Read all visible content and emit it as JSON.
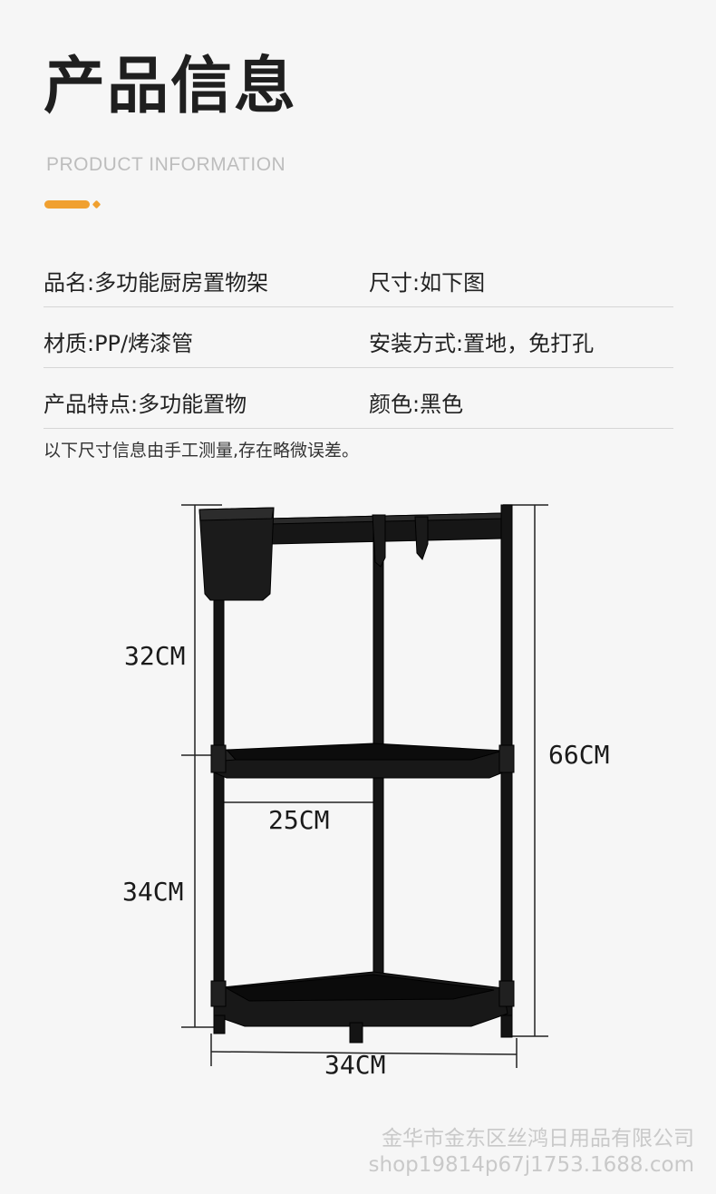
{
  "header": {
    "title": "产品信息",
    "subtitle": "PRODUCT INFORMATION",
    "accent_color": "#f0a030"
  },
  "specs": [
    {
      "left": "品名:多功能厨房置物架",
      "right": "尺寸:如下图"
    },
    {
      "left": "材质:PP/烤漆管",
      "right": "安装方式:置地，免打孔"
    },
    {
      "left": "产品特点:多功能置物",
      "right": "颜色:黑色"
    }
  ],
  "note": "以下尺寸信息由手工测量,存在略微误差。",
  "dimensions": {
    "upper_height": "32CM",
    "lower_height": "34CM",
    "total_height": "66CM",
    "shelf_depth": "25CM",
    "width": "34CM"
  },
  "footer": {
    "company": "金华市金东区丝鸿日用品有限公司",
    "shop": "shop19814p67j1753.1688.com"
  }
}
